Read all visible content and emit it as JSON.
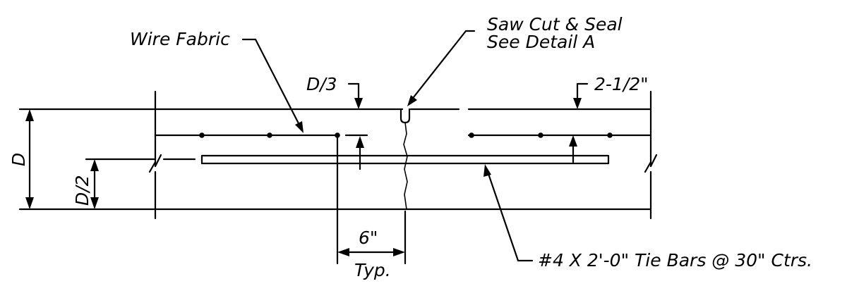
{
  "labels": {
    "wire_fabric": "Wire Fabric",
    "saw_cut_line1": "Saw Cut & Seal",
    "saw_cut_line2": "See Detail A",
    "d_third": "D/3",
    "cover": "2-1/2\"",
    "depth": "D",
    "half_depth": "D/2",
    "spacing": "6\"",
    "typ": "Typ.",
    "tie_bars": "#4 X 2'-0\" Tie Bars @ 30\" Ctrs."
  }
}
